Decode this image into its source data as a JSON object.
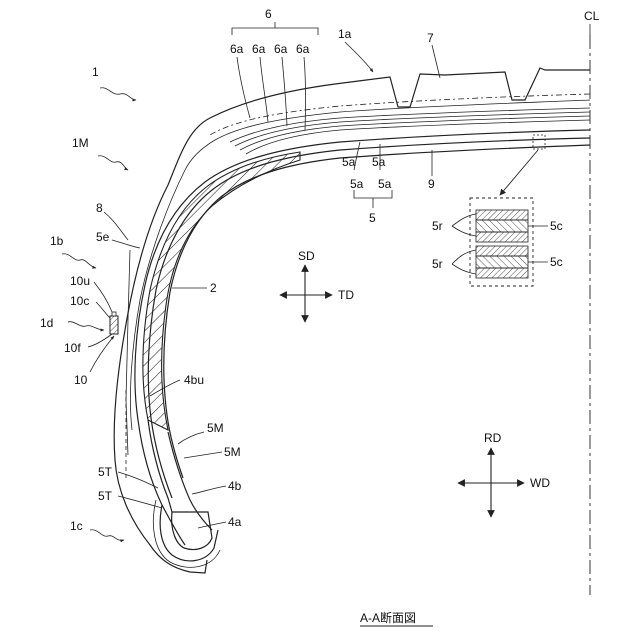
{
  "labels": {
    "cl": "CL",
    "l6": "6",
    "l6a_1": "6a",
    "l6a_2": "6a",
    "l6a_3": "6a",
    "l6a_4": "6a",
    "l1a": "1a",
    "l7": "7",
    "l1": "1",
    "l1m": "1M",
    "l8": "8",
    "l5e": "5e",
    "l1b": "1b",
    "l10u": "10u",
    "l10c": "10c",
    "l1d": "1d",
    "l10f": "10f",
    "l10": "10",
    "l2": "2",
    "l4bu": "4bu",
    "l5m_1": "5M",
    "l5m_2": "5M",
    "l5t_1": "5T",
    "l5t_2": "5T",
    "l4b": "4b",
    "l4a": "4a",
    "l1c": "1c",
    "l5a_1": "5a",
    "l5a_2": "5a",
    "l5a_3": "5a",
    "l5a_4": "5a",
    "l5": "5",
    "l9": "9",
    "l5r_1": "5r",
    "l5r_2": "5r",
    "l5c_1": "5c",
    "l5c_2": "5c"
  },
  "axes": {
    "sd": "SD",
    "td": "TD",
    "rd": "RD",
    "wd": "WD"
  },
  "caption": "A-A断面図"
}
